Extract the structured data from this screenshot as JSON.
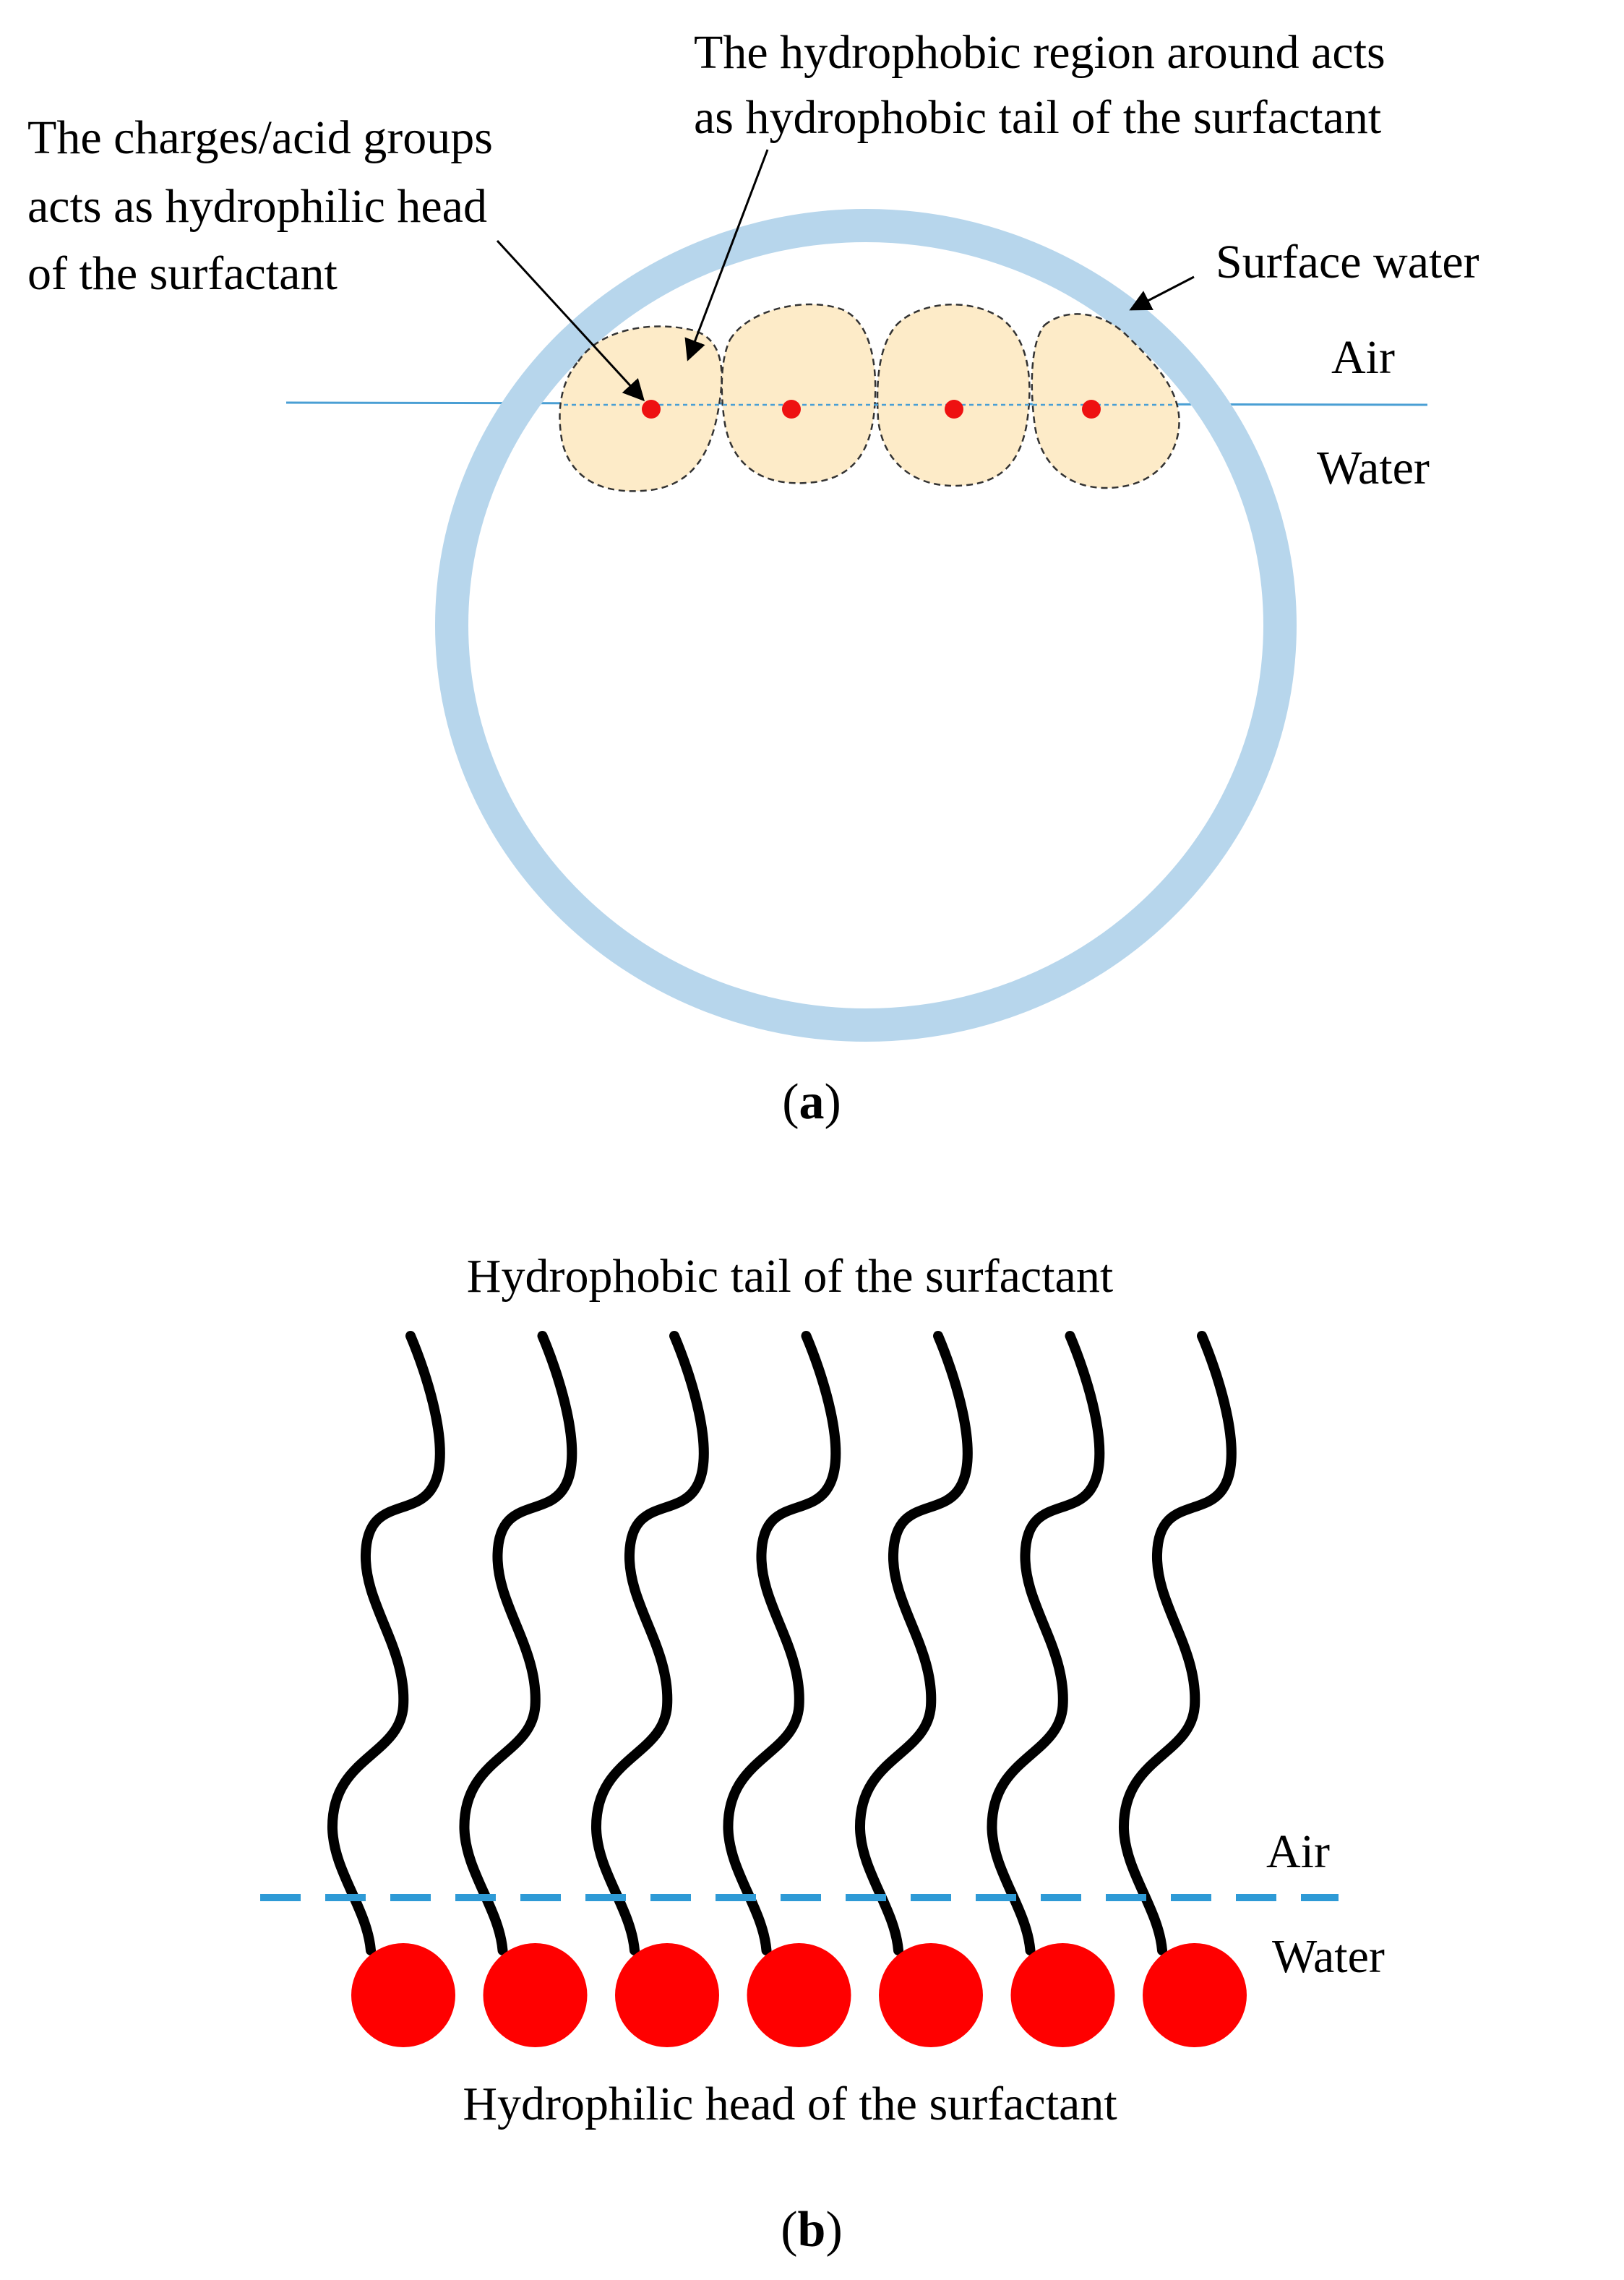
{
  "panel_a": {
    "label_open": "(",
    "label_letter": "a",
    "label_close": ")",
    "callout_charges": [
      "The charges/acid groups",
      "acts as hydrophilic head",
      "of the surfactant"
    ],
    "callout_hydrophobic": [
      "The hydrophobic region around acts",
      "as hydrophobic tail of the surfactant"
    ],
    "surface_water_label": "Surface water",
    "air_label": "Air",
    "water_label": "Water",
    "colors": {
      "surface_water_ring": "#b7d6ec",
      "interface_line": "#4a9fd4",
      "region_fill": "#fdebc8",
      "charge_dot": "#ee1111"
    }
  },
  "panel_b": {
    "label_open": "(",
    "label_letter": "b",
    "label_close": ")",
    "tail_label": "Hydrophobic tail of the surfactant",
    "head_label": "Hydrophilic head of the surfactant",
    "air_label": "Air",
    "water_label": "Water",
    "surfactant_count": 7,
    "colors": {
      "interface_dash": "#2e9ad6",
      "head_fill": "#ff0000",
      "tail_stroke": "#000000"
    }
  }
}
